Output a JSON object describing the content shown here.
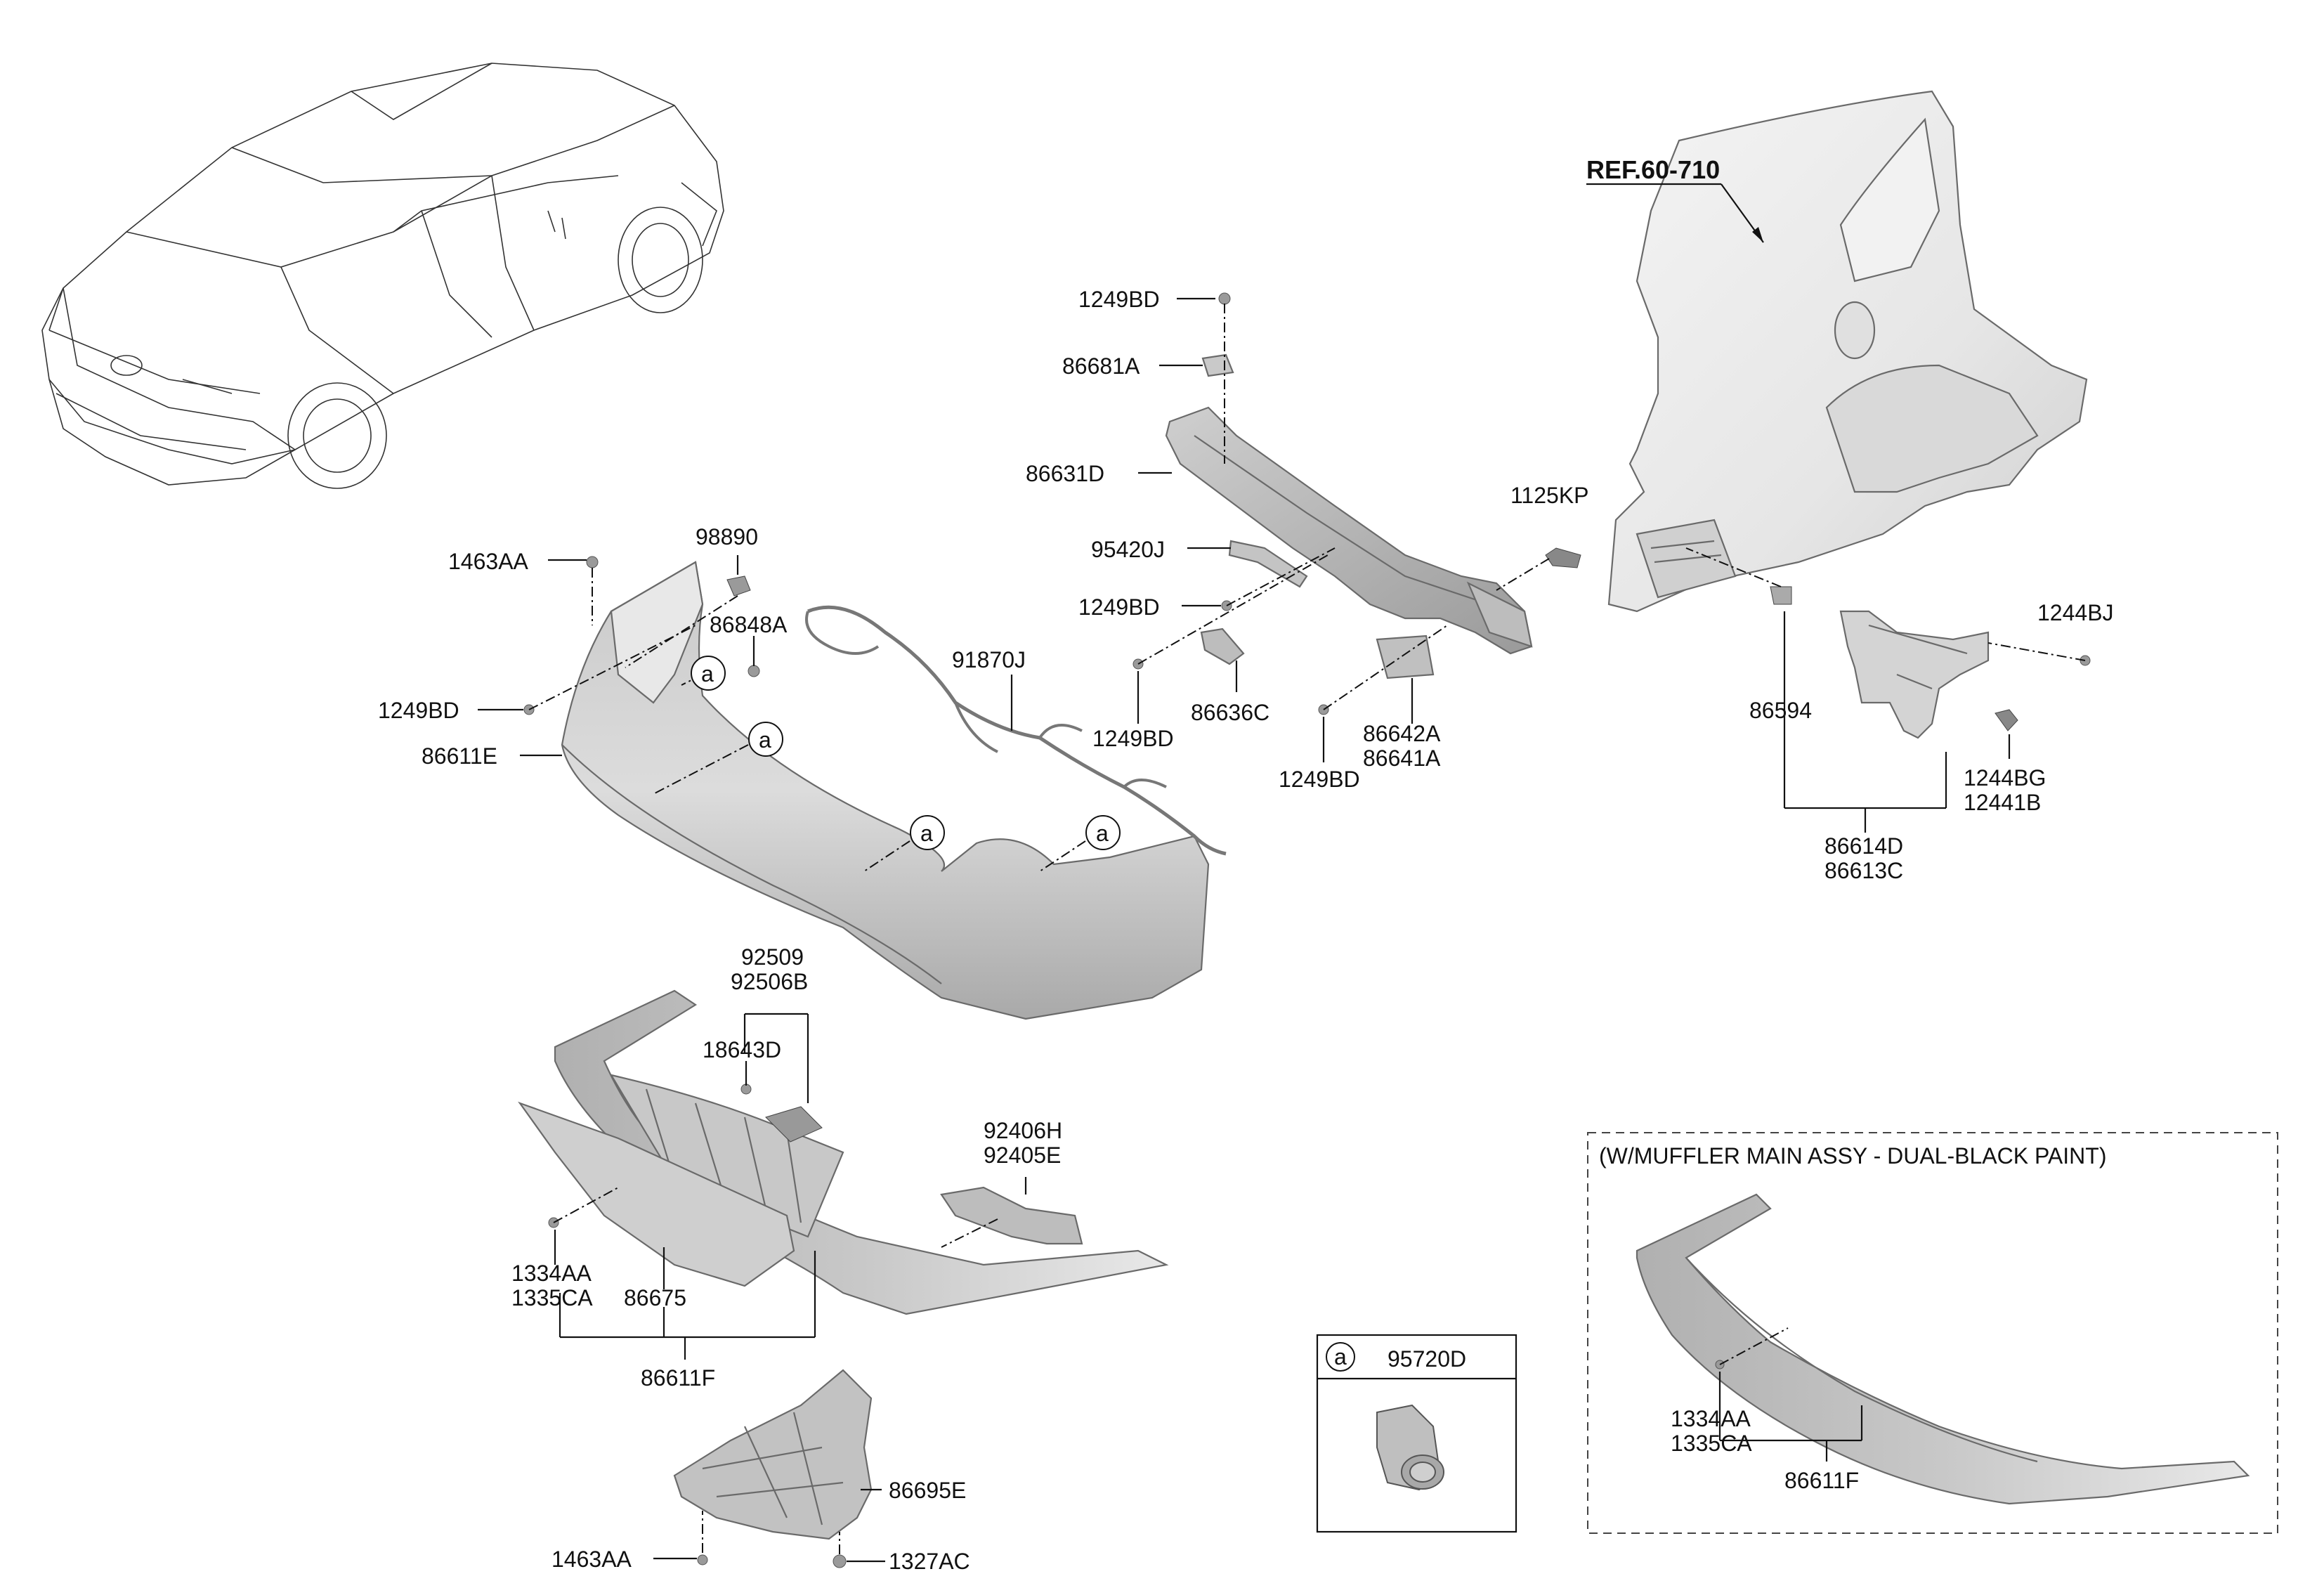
{
  "reference_label": "REF.60-710",
  "callout_marker": "a",
  "callout_box_part": "95720D",
  "variant_title": "(W/MUFFLER MAIN ASSY - DUAL-BLACK PAINT)",
  "labels": {
    "l1249BD_top": "1249BD",
    "l86681A": "86681A",
    "l86631D": "86631D",
    "l95420J": "95420J",
    "l1249BD_mid": "1249BD",
    "l1125KP": "1125KP",
    "l86636C": "86636C",
    "l1249BD_low1": "1249BD",
    "l86642A": "86642A",
    "l86641A": "86641A",
    "l1249BD_low2": "1249BD",
    "l1463AA_top": "1463AA",
    "l98890": "98890",
    "l86848A": "86848A",
    "l91870J": "91870J",
    "l1249BD_left": "1249BD",
    "l86611E": "86611E",
    "l1244BJ": "1244BJ",
    "l86594": "86594",
    "l1244BG": "1244BG",
    "l12441B": "12441B",
    "l86614D": "86614D",
    "l86613C": "86613C",
    "l92509": "92509",
    "l92506B": "92506B",
    "l18643D": "18643D",
    "l92406H": "92406H",
    "l92405E": "92405E",
    "l1334AA": "1334AA",
    "l1335CA": "1335CA",
    "l86675": "86675",
    "l86611F": "86611F",
    "l86695E": "86695E",
    "l1463AA_bot": "1463AA",
    "l1327AC": "1327AC",
    "l1334AA_v": "1334AA",
    "l1335CA_v": "1335CA",
    "l86611F_v": "86611F"
  }
}
